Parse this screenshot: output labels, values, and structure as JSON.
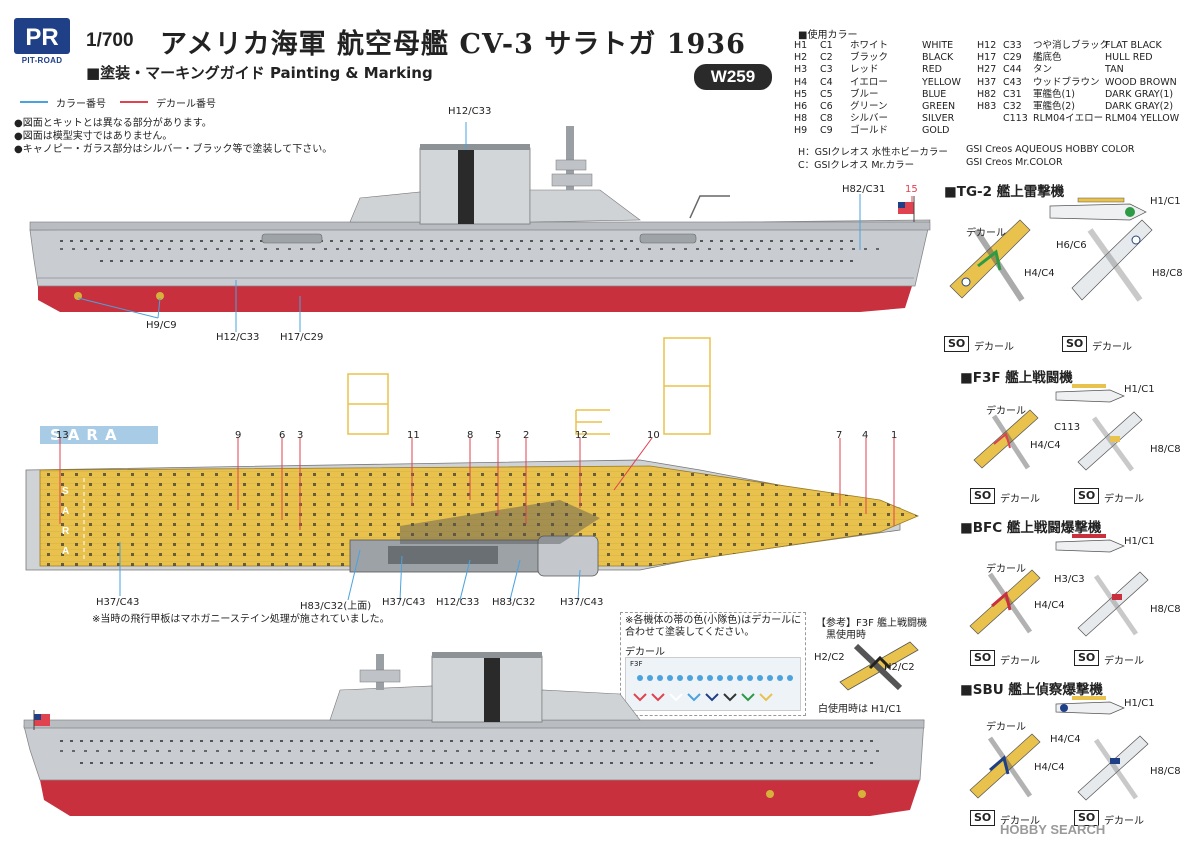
{
  "header": {
    "brand": "PIT-ROAD",
    "brand_mark": "PR",
    "scale": "1/700",
    "title": "アメリカ海軍 航空母艦 CV-3 サラトガ 1936",
    "subtitle": "■塗装・マーキングガイド Painting & Marking",
    "code": "W259"
  },
  "legend": {
    "color_number": "カラー番号",
    "decal_number": "デカール番号"
  },
  "notes": [
    "●図面とキットとは異なる部分があります。",
    "●図面は模型実寸ではありません。",
    "●キャノピー・ガラス部分はシルバー・ブラック等で塗装して下さい。"
  ],
  "color_table": {
    "title": "■使用カラー",
    "left": [
      {
        "h": "H1",
        "c": "C1",
        "jp": "ホワイト",
        "en": "WHITE"
      },
      {
        "h": "H2",
        "c": "C2",
        "jp": "ブラック",
        "en": "BLACK"
      },
      {
        "h": "H3",
        "c": "C3",
        "jp": "レッド",
        "en": "RED"
      },
      {
        "h": "H4",
        "c": "C4",
        "jp": "イエロー",
        "en": "YELLOW"
      },
      {
        "h": "H5",
        "c": "C5",
        "jp": "ブルー",
        "en": "BLUE"
      },
      {
        "h": "H6",
        "c": "C6",
        "jp": "グリーン",
        "en": "GREEN"
      },
      {
        "h": "H8",
        "c": "C8",
        "jp": "シルバー",
        "en": "SILVER"
      },
      {
        "h": "H9",
        "c": "C9",
        "jp": "ゴールド",
        "en": "GOLD"
      }
    ],
    "right": [
      {
        "h": "H12",
        "c": "C33",
        "jp": "つや消しブラック",
        "en": "FLAT BLACK"
      },
      {
        "h": "H17",
        "c": "C29",
        "jp": "艦底色",
        "en": "HULL RED"
      },
      {
        "h": "H27",
        "c": "C44",
        "jp": "タン",
        "en": "TAN"
      },
      {
        "h": "H37",
        "c": "C43",
        "jp": "ウッドブラウン",
        "en": "WOOD BROWN"
      },
      {
        "h": "H82",
        "c": "C31",
        "jp": "軍艦色(1)",
        "en": "DARK GRAY(1)"
      },
      {
        "h": "H83",
        "c": "C32",
        "jp": "軍艦色(2)",
        "en": "DARK GRAY(2)"
      },
      {
        "h": "",
        "c": "C113",
        "jp": "RLM04イエロー",
        "en": "RLM04 YELLOW"
      }
    ],
    "source_h_jp": "H：GSIクレオス 水性ホビーカラー",
    "source_h_en": "GSI Creos AQUEOUS HOBBY COLOR",
    "source_c_jp": "C：GSIクレオス Mr.カラー",
    "source_c_en": "GSI Creos Mr.COLOR"
  },
  "side_view": {
    "island_label": "H12/C33",
    "hull_label": "H82/C31",
    "flag_num": "15",
    "prop_label": "H9/C9",
    "waterline_label": "H12/C33",
    "bottom_label": "H17/C29"
  },
  "deck": {
    "sara_top": "SARA",
    "sara_deck": "SARA",
    "numbers": [
      "13",
      "9",
      "6",
      "3",
      "11",
      "8",
      "5",
      "2",
      "12",
      "10",
      "7",
      "4",
      "1"
    ],
    "labels": [
      "H83/C32(上面)",
      "H37/C43",
      "H12/C33",
      "H83/C32",
      "H37/C43"
    ],
    "label_left": "H37/C43",
    "deck_note": "※当時の飛行甲板はマホガニーステイン処理が施されていました。"
  },
  "decal_box": {
    "note": "※各機体の帯の色(小隊色)はデカールに合わせて塗装してください。",
    "title": "デカール",
    "sheet_label": "F3F"
  },
  "reference": {
    "title": "【参考】F3F 艦上戦闘機",
    "sub": "黒使用時",
    "label1": "H2/C2",
    "label2": "H2/C2",
    "white_note": "白使用時は H1/C1"
  },
  "aircraft": [
    {
      "title": "■TG-2 艦上雷撃機",
      "side": "H1/C1",
      "under": "H6/C6",
      "decal": "デカール",
      "c1": "H4/C4",
      "c2": "H8/C8",
      "so": "SO",
      "so_txt": "デカール",
      "color": "#e9d04a"
    },
    {
      "title": "■F3F 艦上戦闘機",
      "side": "H1/C1",
      "under": "C113",
      "decal": "デカール",
      "c1": "H4/C4",
      "c2": "H8/C8",
      "so": "SO",
      "so_txt": "デカール",
      "color": "#e9d04a"
    },
    {
      "title": "■BFC 艦上戦闘爆撃機",
      "side": "H1/C1",
      "under": "H3/C3",
      "decal": "デカール",
      "c1": "H4/C4",
      "c2": "H8/C8",
      "so": "SO",
      "so_txt": "デカール",
      "color": "#e9d04a"
    },
    {
      "title": "■SBU 艦上偵察爆撃機",
      "side": "H1/C1",
      "under": "H4/C4",
      "decal": "デカール",
      "c1": "H4/C4",
      "c2": "H8/C8",
      "so": "SO",
      "so_txt": "デカール",
      "color": "#e9d04a"
    }
  ],
  "watermark": "HOBBY SEARCH",
  "colors": {
    "brand": "#1f3f86",
    "hull_gray": "#c9cdd1",
    "hull_red": "#c8303d",
    "deck_yellow": "#e8c24d",
    "legend_blue": "#4aa3df",
    "legend_red": "#e0424f"
  }
}
